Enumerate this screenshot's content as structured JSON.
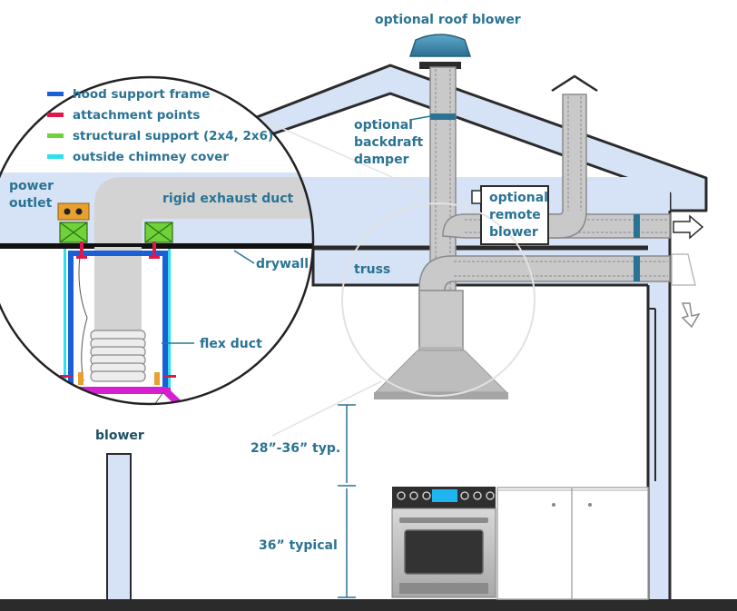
{
  "labels": {
    "roof_blower": "optional roof blower",
    "damper_line1": "optional",
    "damper_line2": "backdraft",
    "damper_line3": "damper",
    "remote_line1": "optional",
    "remote_line2": "remote",
    "remote_line3": "blower",
    "truss": "truss",
    "power_line1": "power",
    "power_line2": "outlet",
    "rigid_duct": "rigid exhaust duct",
    "drywall": "drywall",
    "flex_duct": "flex duct",
    "blower": "blower",
    "hood_height": "28”-36” typ.",
    "counter_height": "36” typical"
  },
  "legend": [
    {
      "label": "hood support frame",
      "color": "#1a5fd6"
    },
    {
      "label": "attachment points",
      "color": "#e0174a"
    },
    {
      "label": "structural support (2x4, 2x6)",
      "color": "#6fd23a"
    },
    {
      "label": "outside chimney cover",
      "color": "#2de0f0"
    }
  ],
  "colors": {
    "label_blue": "#2a7394",
    "wall_fill": "#d6e2f5",
    "outline": "#2b2b2b",
    "duct_gray": "#c9c9c9",
    "hood_magenta": "#d61fd0",
    "frame_blue": "#1a5fd6",
    "stove_dark": "#2f2f2f",
    "display_cyan": "#1fb6f0"
  }
}
